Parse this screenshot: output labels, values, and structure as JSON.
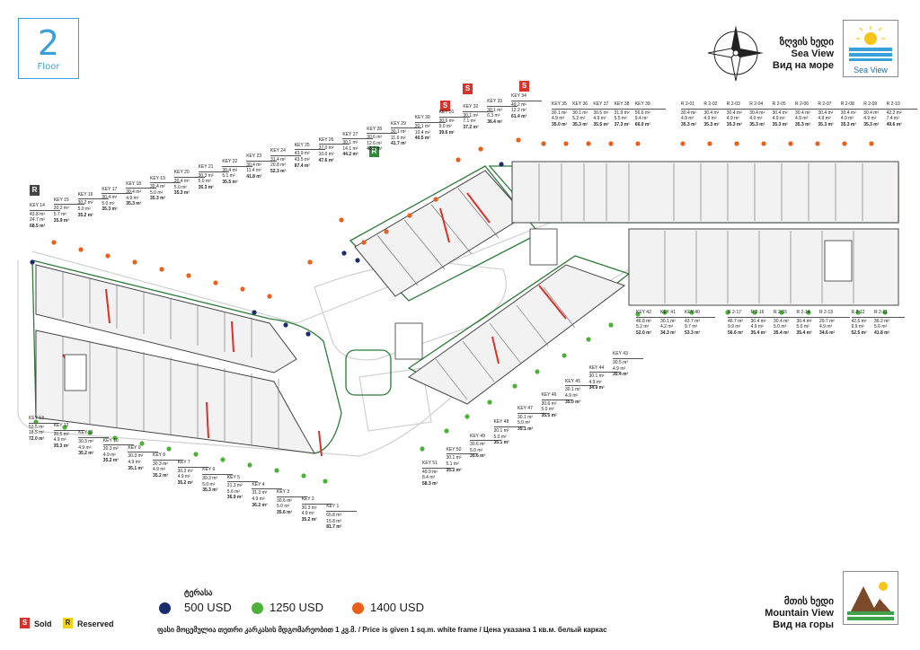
{
  "floor": {
    "number": "2",
    "label": "Floor"
  },
  "sea_view": {
    "line1": "ზღვის ხედი",
    "line2": "Sea View",
    "line3": "Вид на море",
    "icon_label": "Sea View"
  },
  "mountain_view": {
    "line1": "მთის ხედი",
    "line2": "Mountain View",
    "line3": "Вид на горы"
  },
  "legend": {
    "terrace_label": "ტერასა",
    "prices": [
      {
        "color": "#1a2b6e",
        "label": "500 USD"
      },
      {
        "color": "#4db03a",
        "label": "1250 USD"
      },
      {
        "color": "#e8601c",
        "label": "1400 USD"
      }
    ],
    "sold": {
      "letter": "S",
      "label": "Sold",
      "color": "#d6342b"
    },
    "reserved": {
      "letter": "R",
      "label": "Reserved",
      "color": "#f3d21c"
    }
  },
  "footer_note": "ფასი მოცემულია თეთრი კარკასის მდგომარეობით 1 კვ.მ. / Price is given 1 sq.m. white frame / Цена указана 1 кв.м. белый каркас",
  "status_tags": [
    {
      "letter": "R",
      "kind": "reserved-dark",
      "color": "#444444"
    },
    {
      "letter": "R",
      "kind": "reserved-green",
      "color": "#2e8b3a"
    },
    {
      "letter": "S",
      "kind": "sold",
      "color": "#d6342b"
    },
    {
      "letter": "S",
      "kind": "sold",
      "color": "#d6342b"
    },
    {
      "letter": "S",
      "kind": "sold",
      "color": "#d6342b"
    }
  ],
  "units_top_right": [
    {
      "key": "KEY 35",
      "a": "30.1 m²",
      "b": "4.9 m²",
      "t": "35.0 m²"
    },
    {
      "key": "KEY 36",
      "a": "30.1 m²",
      "b": "5.2 m²",
      "t": "35.3 m²"
    },
    {
      "key": "KEY 37",
      "a": "30.6 m²",
      "b": "4.9 m²",
      "t": "35.5 m²"
    },
    {
      "key": "KEY 38",
      "a": "31.9 m²",
      "b": "5.5 m²",
      "t": "37.3 m²"
    },
    {
      "key": "KEY 39",
      "a": "56.6 m²",
      "b": "9.4 m²",
      "t": "66.0 m²"
    },
    {
      "key": "R 2-01",
      "a": "30.4 m²",
      "b": "4.9 m²",
      "t": "35.3 m²"
    },
    {
      "key": "R 2-02",
      "a": "30.4 m²",
      "b": "4.9 m²",
      "t": "35.3 m²"
    },
    {
      "key": "R 2-03",
      "a": "30.4 m²",
      "b": "4.9 m²",
      "t": "35.3 m²"
    },
    {
      "key": "R 2-04",
      "a": "30.4 m²",
      "b": "4.9 m²",
      "t": "35.3 m²"
    },
    {
      "key": "R 2-05",
      "a": "30.4 m²",
      "b": "4.9 m²",
      "t": "35.3 m²"
    },
    {
      "key": "R 2-06",
      "a": "30.4 m²",
      "b": "4.9 m²",
      "t": "35.3 m²"
    },
    {
      "key": "R 2-07",
      "a": "30.4 m²",
      "b": "4.9 m²",
      "t": "35.3 m²"
    },
    {
      "key": "R 2-08",
      "a": "30.4 m²",
      "b": "4.9 m²",
      "t": "35.3 m²"
    },
    {
      "key": "R 2-09",
      "a": "30.4 m²",
      "b": "4.9 m²",
      "t": "35.3 m²"
    },
    {
      "key": "R 2-10",
      "a": "42.2 m²",
      "b": "7.4 m²",
      "t": "49.6 m²"
    }
  ],
  "units_diag_top": [
    {
      "key": "KEY 14",
      "a": "43.8 m²",
      "b": "24.7 m²",
      "t": "68.5 m²"
    },
    {
      "key": "KEY 15",
      "a": "30.2 m²",
      "b": "5.7 m²",
      "t": "35.9 m²"
    },
    {
      "key": "KEY 16",
      "a": "30.2 m²",
      "b": "5.0 m²",
      "t": "35.2 m²"
    },
    {
      "key": "KEY 17",
      "a": "30.4 m²",
      "b": "5.0 m²",
      "t": "35.3 m²"
    },
    {
      "key": "KEY 18",
      "a": "30.4 m²",
      "b": "4.9 m²",
      "t": "35.3 m²"
    },
    {
      "key": "KEY 19",
      "a": "30.4 m²",
      "b": "5.0 m²",
      "t": "35.3 m²"
    },
    {
      "key": "KEY 20",
      "a": "30.4 m²",
      "b": "5.0 m²",
      "t": "35.3 m²"
    },
    {
      "key": "KEY 21",
      "a": "30.3 m²",
      "b": "5.0 m²",
      "t": "35.3 m²"
    },
    {
      "key": "KEY 22",
      "a": "30.4 m²",
      "b": "5.1 m²",
      "t": "35.5 m²"
    },
    {
      "key": "KEY 23",
      "a": "30.4 m²",
      "b": "11.4 m²",
      "t": "41.8 m²"
    },
    {
      "key": "KEY 24",
      "a": "31.4 m²",
      "b": "20.8 m²",
      "t": "52.3 m²"
    },
    {
      "key": "KEY 25",
      "a": "43.9 m²",
      "b": "43.5 m²",
      "t": "87.4 m²"
    },
    {
      "key": "KEY 26",
      "a": "37.0 m²",
      "b": "10.6 m²",
      "t": "47.6 m²"
    },
    {
      "key": "KEY 27",
      "a": "30.1 m²",
      "b": "14.1 m²",
      "t": "44.2 m²"
    },
    {
      "key": "KEY 28",
      "a": "30.6 m²",
      "b": "12.6 m²",
      "t": "43.2 m²"
    },
    {
      "key": "KEY 29",
      "a": "30.1 m²",
      "b": "11.6 m²",
      "t": "41.7 m²"
    },
    {
      "key": "KEY 30",
      "a": "30.1 m²",
      "b": "10.4 m²",
      "t": "40.5 m²"
    },
    {
      "key": "KEY 31",
      "a": "30.6 m²",
      "b": "9.0 m²",
      "t": "39.6 m²"
    },
    {
      "key": "KEY 32",
      "a": "30.1 m²",
      "b": "7.1 m²",
      "t": "37.2 m²"
    },
    {
      "key": "KEY 33",
      "a": "30.1 m²",
      "b": "6.3 m²",
      "t": "36.4 m²"
    },
    {
      "key": "KEY 34",
      "a": "49.2 m²",
      "b": "12.2 m²",
      "t": "61.4 m²"
    }
  ],
  "units_bottom": [
    {
      "key": "KEY 13",
      "a": "53.5 m²",
      "b": "18.5 m²",
      "t": "72.0 m²"
    },
    {
      "key": "KEY 12",
      "a": "30.5 m²",
      "b": "4.9 m²",
      "t": "35.3 m²"
    },
    {
      "key": "KEY 11",
      "a": "30.3 m²",
      "b": "4.9 m²",
      "t": "35.2 m²"
    },
    {
      "key": "KEY 10",
      "a": "30.3 m²",
      "b": "4.9 m²",
      "t": "35.2 m²"
    },
    {
      "key": "KEY 9",
      "a": "30.3 m²",
      "b": "4.9 m²",
      "t": "35.1 m²"
    },
    {
      "key": "KEY 8",
      "a": "30.3 m²",
      "b": "4.9 m²",
      "t": "35.2 m²"
    },
    {
      "key": "KEY 7",
      "a": "30.3 m²",
      "b": "4.9 m²",
      "t": "35.2 m²"
    },
    {
      "key": "KEY 6",
      "a": "30.3 m²",
      "b": "5.0 m²",
      "t": "35.3 m²"
    },
    {
      "key": "KEY 5",
      "a": "31.3 m²",
      "b": "5.6 m²",
      "t": "36.9 m²"
    },
    {
      "key": "KEY 4",
      "a": "31.3 m²",
      "b": "4.9 m²",
      "t": "36.2 m²"
    },
    {
      "key": "KEY 3",
      "a": "30.6 m²",
      "b": "5.0 m²",
      "t": "35.6 m²"
    },
    {
      "key": "KEY 2",
      "a": "30.3 m²",
      "b": "4.9 m²",
      "t": "35.2 m²"
    },
    {
      "key": "KEY 1",
      "a": "65.8 m²",
      "b": "15.8 m²",
      "t": "81.7 m²"
    }
  ],
  "units_diag_bottom": [
    {
      "key": "KEY 51",
      "a": "49.9 m²",
      "b": "8.4 m²",
      "t": "58.3 m²"
    },
    {
      "key": "KEY 50",
      "a": "30.1 m²",
      "b": "5.1 m²",
      "t": "35.2 m²"
    },
    {
      "key": "KEY 49",
      "a": "30.6 m²",
      "b": "5.0 m²",
      "t": "35.6 m²"
    },
    {
      "key": "KEY 48",
      "a": "30.1 m²",
      "b": "5.0 m²",
      "t": "35.1 m²"
    },
    {
      "key": "KEY 47",
      "a": "30.1 m²",
      "b": "5.0 m²",
      "t": "35.1 m²"
    },
    {
      "key": "KEY 46",
      "a": "30.6 m²",
      "b": "5.0 m²",
      "t": "35.5 m²"
    },
    {
      "key": "KEY 45",
      "a": "30.1 m²",
      "b": "4.9 m²",
      "t": "35.0 m²"
    },
    {
      "key": "KEY 44",
      "a": "30.1 m²",
      "b": "4.9 m²",
      "t": "34.9 m²"
    },
    {
      "key": "KEY 43",
      "a": "30.5 m²",
      "b": "4.9 m²",
      "t": "35.4 m²"
    }
  ],
  "units_right_lower": [
    {
      "key": "KEY 42",
      "a": "46.8 m²",
      "b": "5.2 m²",
      "t": "52.0 m²"
    },
    {
      "key": "KEY 41",
      "a": "30.1 m²",
      "b": "4.2 m²",
      "t": "34.3 m²"
    },
    {
      "key": "KEY 40",
      "a": "43.7 m²",
      "b": "9.7 m²",
      "t": "53.3 m²"
    },
    {
      "key": "R 2-17",
      "a": "46.7 m²",
      "b": "9.9 m²",
      "t": "56.6 m²"
    },
    {
      "key": "R 2-16",
      "a": "30.4 m²",
      "b": "4.9 m²",
      "t": "35.4 m²"
    },
    {
      "key": "R 2-15",
      "a": "30.4 m²",
      "b": "5.0 m²",
      "t": "35.4 m²"
    },
    {
      "key": "R 2-14",
      "a": "30.4 m²",
      "b": "5.0 m²",
      "t": "35.4 m²"
    },
    {
      "key": "R 2-13",
      "a": "29.7 m²",
      "b": "4.9 m²",
      "t": "34.6 m²"
    },
    {
      "key": "R 2-12",
      "a": "42.6 m²",
      "b": "9.9 m²",
      "t": "52.5 m²"
    },
    {
      "key": "R 2-11",
      "a": "36.2 m²",
      "b": "5.6 m²",
      "t": "41.8 m²"
    }
  ]
}
